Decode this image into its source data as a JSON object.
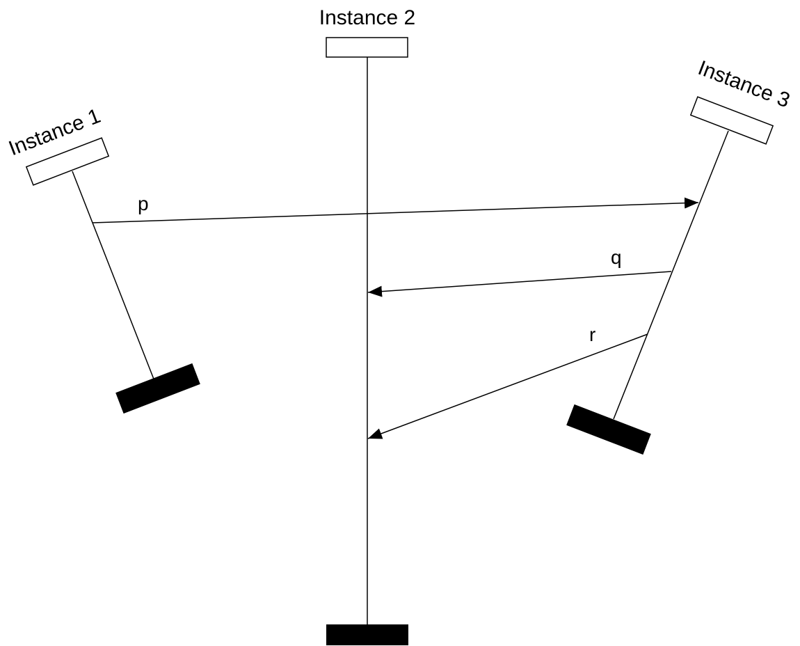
{
  "instances": [
    {
      "id": "i1",
      "label": "Instance 1"
    },
    {
      "id": "i2",
      "label": "Instance 2"
    },
    {
      "id": "i3",
      "label": "Instance 3"
    }
  ],
  "messages": [
    {
      "label": "p",
      "from": "Instance 1",
      "to": "Instance 3"
    },
    {
      "label": "q",
      "from": "Instance 3",
      "to": "Instance 2"
    },
    {
      "label": "r",
      "from": "Instance 3",
      "to": "Instance 2"
    }
  ],
  "colors": {
    "stroke": "#000000",
    "background": "#ffffff",
    "terminator": "#000000"
  }
}
